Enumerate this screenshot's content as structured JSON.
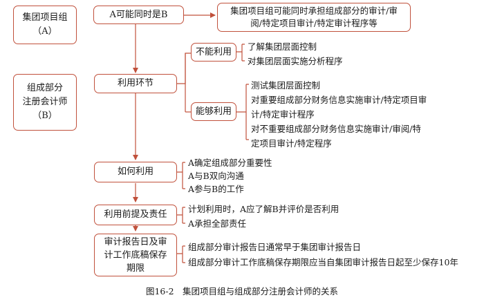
{
  "parties": {
    "group_team": [
      "集团项目组",
      "（A）"
    ],
    "component_auditor": [
      "组成部分",
      "注册会计师",
      "（B）"
    ]
  },
  "nodes": {
    "same_entity": "A可能同时是B",
    "use_step": "利用环节",
    "cannot_use": "不能利用",
    "can_use": "能够利用",
    "how_use": "如何利用",
    "premise": "利用前提及责任",
    "report_date": [
      "审计报告日及审",
      "计工作底稿保存",
      "期限"
    ]
  },
  "details": {
    "same_entity": [
      "集团项目组可能同时承担组成部分的审计/审",
      "阅/特定项目审计/特定审计程序等"
    ],
    "cannot_use": [
      "了解集团层面控制",
      "对集团层面实施分析程序"
    ],
    "can_use": [
      "测试集团层面控制",
      "对重要组成部分财务信息实施审计/特定项目审",
      "计/特定审计程序",
      "对不重要组成部分财务信息实施审计/审阅/特",
      "定项目审计/特定程序"
    ],
    "how_use": [
      "A确定组成部分重要性",
      "A与B双向沟通",
      "A参与B的工作"
    ],
    "premise": [
      "计划利用时，A应了解B并评价是否利用",
      "A承担全部责任"
    ],
    "report_date": [
      "组成部分审计报告日通常早于集团审计报告日",
      "组成部分审计工作底稿保存期限应当自集团审计报告日起至少保存10年"
    ]
  },
  "caption": "图16-2　集团项目组与组成部分注册会计师的关系",
  "colors": {
    "line": "#c0503b",
    "text": "#1a1a1a"
  }
}
